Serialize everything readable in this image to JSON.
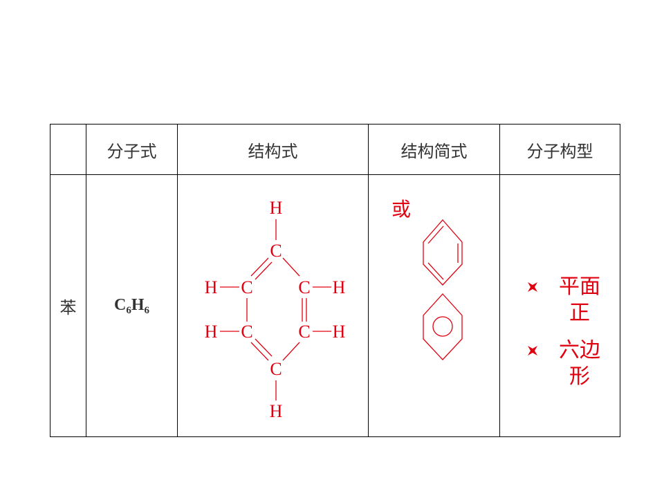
{
  "table": {
    "headers": [
      "",
      "分子式",
      "结构式",
      "结构简式",
      "分子构型"
    ],
    "row": {
      "name": "苯",
      "formula": {
        "c": "C",
        "c_sub": "6",
        "h": "H",
        "h_sub": "6"
      },
      "structural_formula": {
        "atoms": {
          "carbon": "C",
          "hydrogen": "H"
        },
        "bond_single": "—"
      },
      "simplified_formula": {
        "or_label": "或"
      },
      "molecular_shape": {
        "items": [
          "平面正",
          "六边形"
        ]
      }
    }
  },
  "colors": {
    "accent": "#e0000f",
    "text": "#333333",
    "border": "#000000"
  },
  "icons": {
    "bullet": "four-point-star-icon"
  }
}
